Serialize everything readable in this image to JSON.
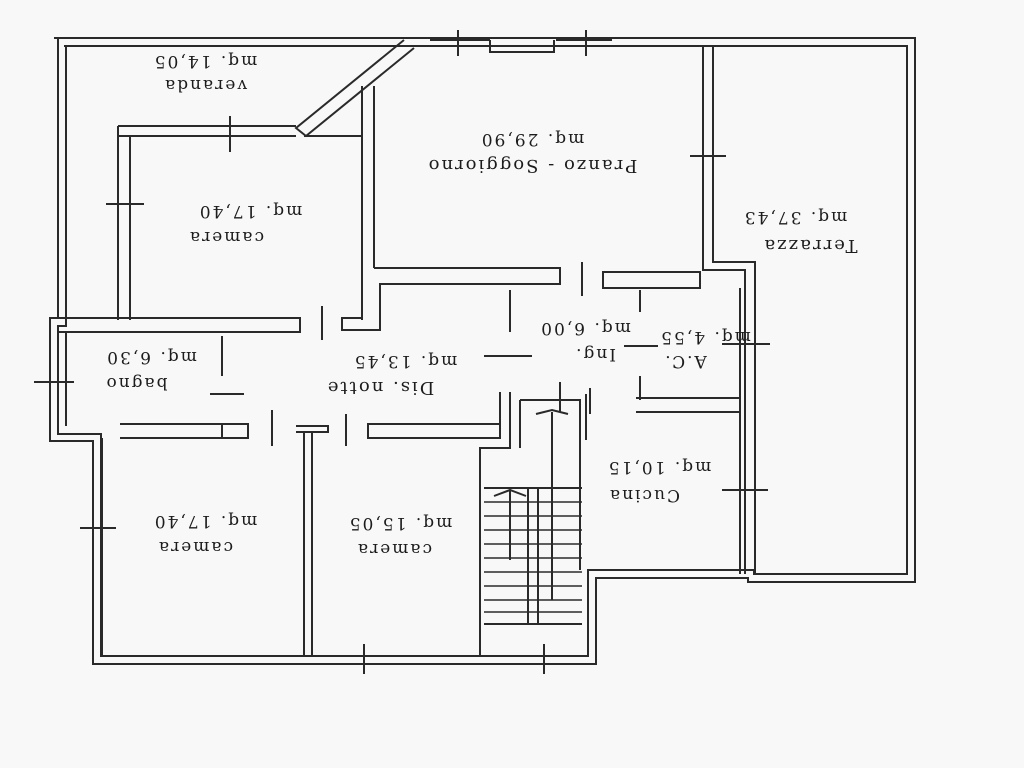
{
  "plan": {
    "rooms": [
      {
        "id": "veranda",
        "name": "veranda",
        "area": "mq. 14,05"
      },
      {
        "id": "pranzo",
        "name": "Pranzo - Soggiorno",
        "area": "mq. 29,90"
      },
      {
        "id": "terrazza",
        "name": "Terrazza",
        "area": "mq. 37,43"
      },
      {
        "id": "camera-nw",
        "name": "camera",
        "area": "mq. 17,40"
      },
      {
        "id": "ing",
        "name": "Ing.",
        "area": "mq. 6,00"
      },
      {
        "id": "ac",
        "name": "A.C.",
        "area": "mq. 4,55"
      },
      {
        "id": "bagno",
        "name": "bagno",
        "area": "mq. 6,30"
      },
      {
        "id": "dis-notte",
        "name": "Dis. notte",
        "area": "mq. 13,45"
      },
      {
        "id": "cucina",
        "name": "Cucina",
        "area": "mq. 10,15"
      },
      {
        "id": "camera-sw",
        "name": "camera",
        "area": "mq. 17,40"
      },
      {
        "id": "camera-s",
        "name": "camera",
        "area": "mq. 15,05"
      }
    ]
  }
}
